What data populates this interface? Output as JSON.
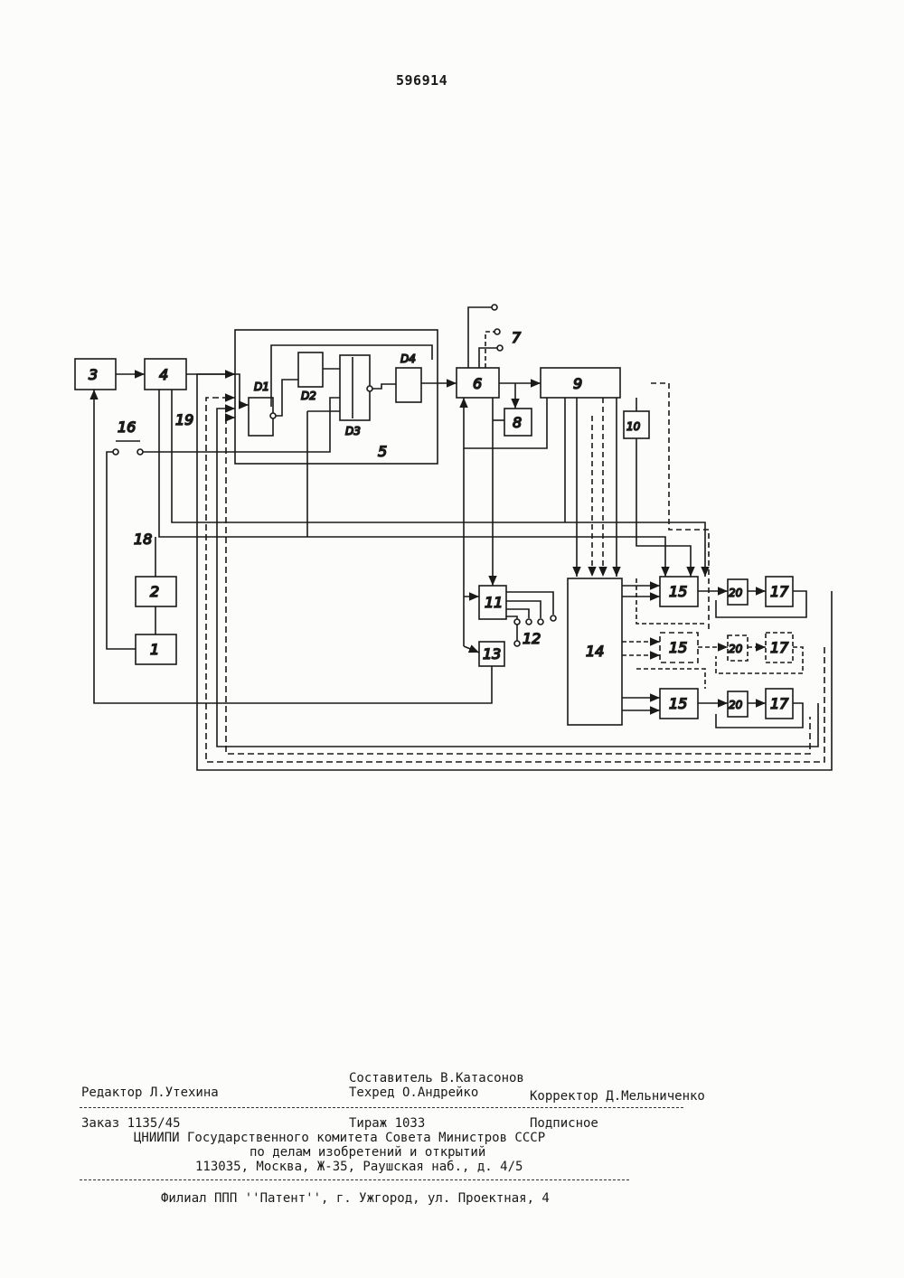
{
  "patent_number": "596914",
  "diagram": {
    "blocks": {
      "b1": "1",
      "b2": "2",
      "b3": "3",
      "b4": "4",
      "b6": "6",
      "b8": "8",
      "b9": "9",
      "b10": "10",
      "b11": "11",
      "b13": "13",
      "b14": "14",
      "b15a": "15",
      "b15b": "15",
      "b15c": "15",
      "b20a": "20",
      "b20b": "20",
      "b20c": "20",
      "b17a": "17",
      "b17b": "17",
      "b17c": "17"
    },
    "gates": {
      "d1": "D1",
      "d2": "D2",
      "d3": "D3",
      "d4": "D4"
    },
    "labels": {
      "l5": "5",
      "l7": "7",
      "l12": "12",
      "l16": "16",
      "l18": "18",
      "l19": "19"
    }
  },
  "footer": {
    "composer": "Составитель В.Катасонов",
    "editor": "Редактор Л.Утехина",
    "techred": "Техред О.Андрейко",
    "corrector": "Корректор Д.Мельниченко",
    "order": "Заказ 1135/45",
    "circulation": "Тираж  1033",
    "subscription": "Подписное",
    "org_line1": "ЦНИИПИ Государственного комитета Совета Министров СССР",
    "org_line2": "по делам изобретений и открытий",
    "org_address": "113035, Москва, Ж-35, Раушская наб., д. 4/5",
    "branch": "Филиал ППП ''Патент'', г. Ужгород, ул. Проектная, 4"
  }
}
